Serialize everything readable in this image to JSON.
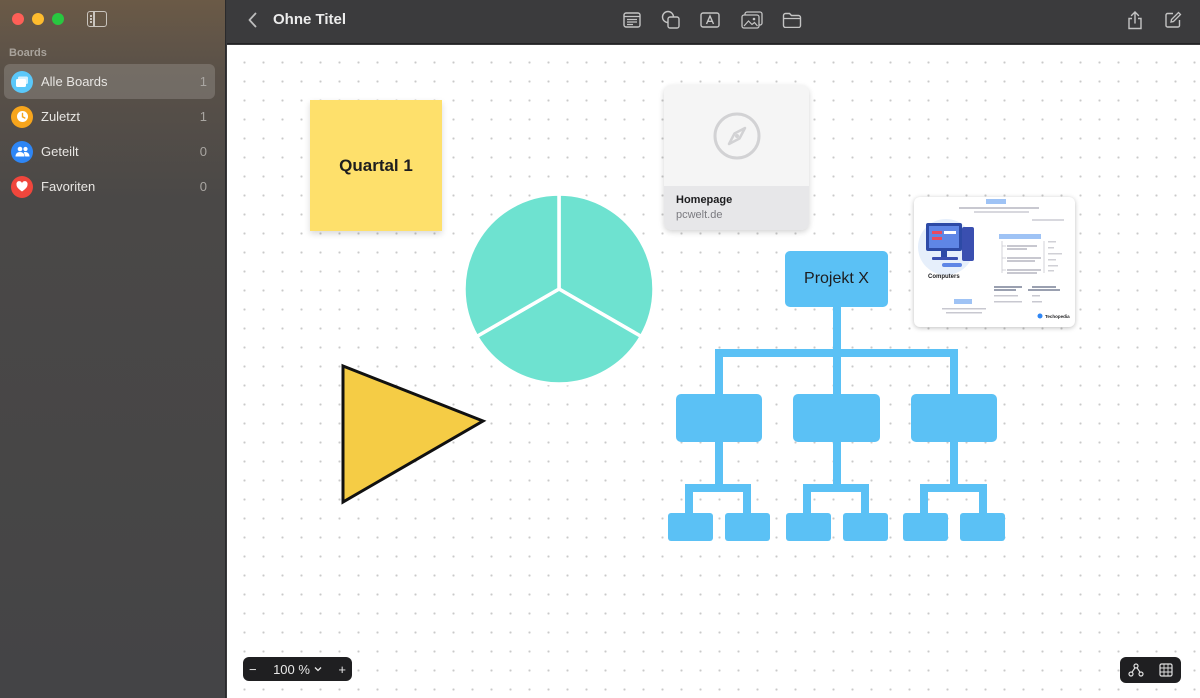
{
  "window": {
    "title": "Ohne Titel"
  },
  "sidebar": {
    "section_title": "Boards",
    "items": [
      {
        "label": "Alle Boards",
        "count": "1",
        "icon": "boards-icon",
        "color": "#5ac8fa",
        "active": true
      },
      {
        "label": "Zuletzt",
        "count": "1",
        "icon": "clock-icon",
        "color": "#f7a51c",
        "active": false
      },
      {
        "label": "Geteilt",
        "count": "0",
        "icon": "people-icon",
        "color": "#2e86f5",
        "active": false
      },
      {
        "label": "Favoriten",
        "count": "0",
        "icon": "heart-icon",
        "color": "#f0463c",
        "active": false
      }
    ]
  },
  "toolbar": {
    "icons": [
      "text-box-icon",
      "shapes-icon",
      "text-icon",
      "media-icon",
      "folder-icon",
      "share-icon",
      "compose-icon"
    ]
  },
  "canvas": {
    "sticky_note": {
      "text": "Quartal 1",
      "color": "#fee06b"
    },
    "link_card": {
      "title": "Homepage",
      "domain": "pcwelt.de"
    },
    "pie_color": "#6ee2d0",
    "triangle_color": "#f5cc45",
    "org_chart": {
      "root_label": "Projekt X",
      "color": "#5bc1f5"
    },
    "info_graphic": {
      "heading": "Computers",
      "brand": "Techopedia",
      "bullets": [
        "Mobile Operating Systems",
        "Embedded Computer Operating Systems",
        "Specialized Computer Operating Systems"
      ]
    }
  },
  "zoom": {
    "minus": "−",
    "value": "100 %",
    "plus": "+"
  }
}
